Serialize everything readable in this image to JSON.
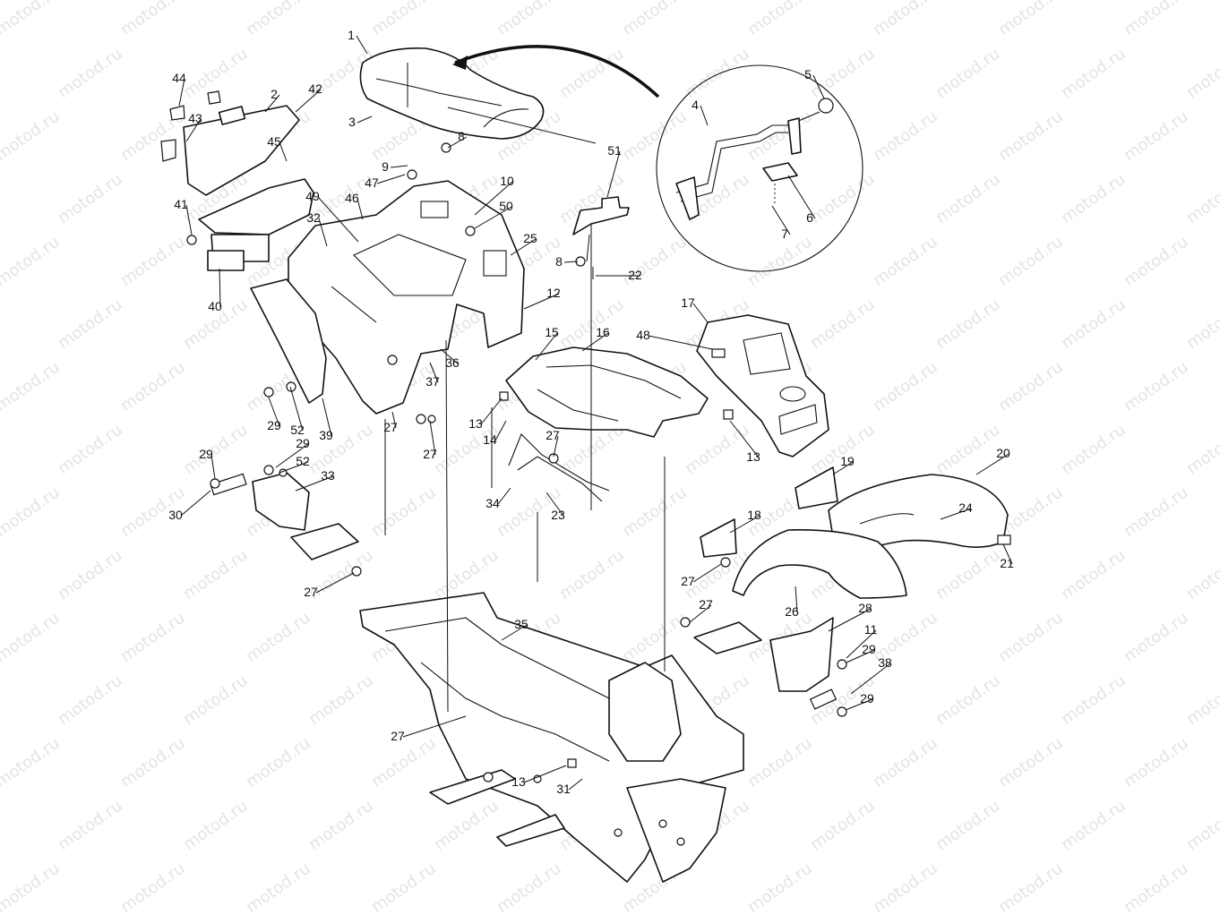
{
  "watermark": {
    "text": "motod.ru"
  },
  "callouts": [
    {
      "n": "1"
    },
    {
      "n": "2"
    },
    {
      "n": "3"
    },
    {
      "n": "4"
    },
    {
      "n": "5"
    },
    {
      "n": "6"
    },
    {
      "n": "7"
    },
    {
      "n": "8"
    },
    {
      "n": "8"
    },
    {
      "n": "9"
    },
    {
      "n": "10"
    },
    {
      "n": "11"
    },
    {
      "n": "12"
    },
    {
      "n": "13"
    },
    {
      "n": "13"
    },
    {
      "n": "13"
    },
    {
      "n": "14"
    },
    {
      "n": "15"
    },
    {
      "n": "16"
    },
    {
      "n": "17"
    },
    {
      "n": "18"
    },
    {
      "n": "19"
    },
    {
      "n": "20"
    },
    {
      "n": "21"
    },
    {
      "n": "22"
    },
    {
      "n": "23"
    },
    {
      "n": "24"
    },
    {
      "n": "25"
    },
    {
      "n": "26"
    },
    {
      "n": "27"
    },
    {
      "n": "27"
    },
    {
      "n": "27"
    },
    {
      "n": "27"
    },
    {
      "n": "27"
    },
    {
      "n": "27"
    },
    {
      "n": "27"
    },
    {
      "n": "28"
    },
    {
      "n": "29"
    },
    {
      "n": "29"
    },
    {
      "n": "29"
    },
    {
      "n": "29"
    },
    {
      "n": "29"
    },
    {
      "n": "30"
    },
    {
      "n": "31"
    },
    {
      "n": "32"
    },
    {
      "n": "33"
    },
    {
      "n": "34"
    },
    {
      "n": "35"
    },
    {
      "n": "36"
    },
    {
      "n": "37"
    },
    {
      "n": "38"
    },
    {
      "n": "39"
    },
    {
      "n": "40"
    },
    {
      "n": "41"
    },
    {
      "n": "42"
    },
    {
      "n": "43"
    },
    {
      "n": "44"
    },
    {
      "n": "45"
    },
    {
      "n": "46"
    },
    {
      "n": "47"
    },
    {
      "n": "48"
    },
    {
      "n": "49"
    },
    {
      "n": "50"
    },
    {
      "n": "51"
    },
    {
      "n": "52"
    },
    {
      "n": "52"
    }
  ]
}
